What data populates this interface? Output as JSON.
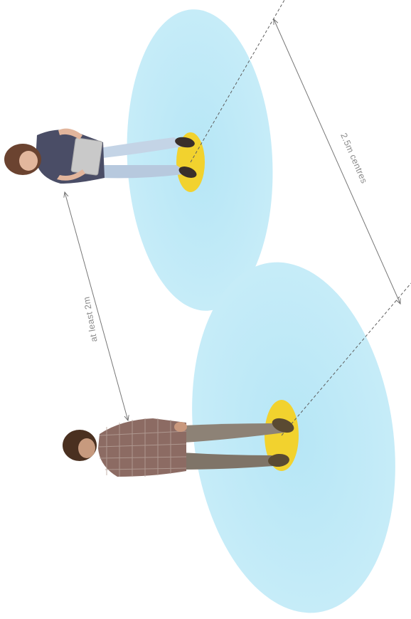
{
  "diagram": {
    "label_min_distance": "at least 2m",
    "label_centres": "2.5m centres",
    "people": [
      {
        "name": "woman",
        "top_color": "#4a4d66",
        "trousers_color": "#b9cbe0",
        "hair_color": "#6b4330"
      },
      {
        "name": "man",
        "shirt_color": "#8c6b63",
        "trousers_color": "#8a7e72",
        "hair_color": "#4a3020"
      }
    ],
    "colors": {
      "zone": "#c0eaf7",
      "spot": "#f2d22e",
      "line": "#7a7a7a",
      "text": "#8a8a8a"
    }
  }
}
